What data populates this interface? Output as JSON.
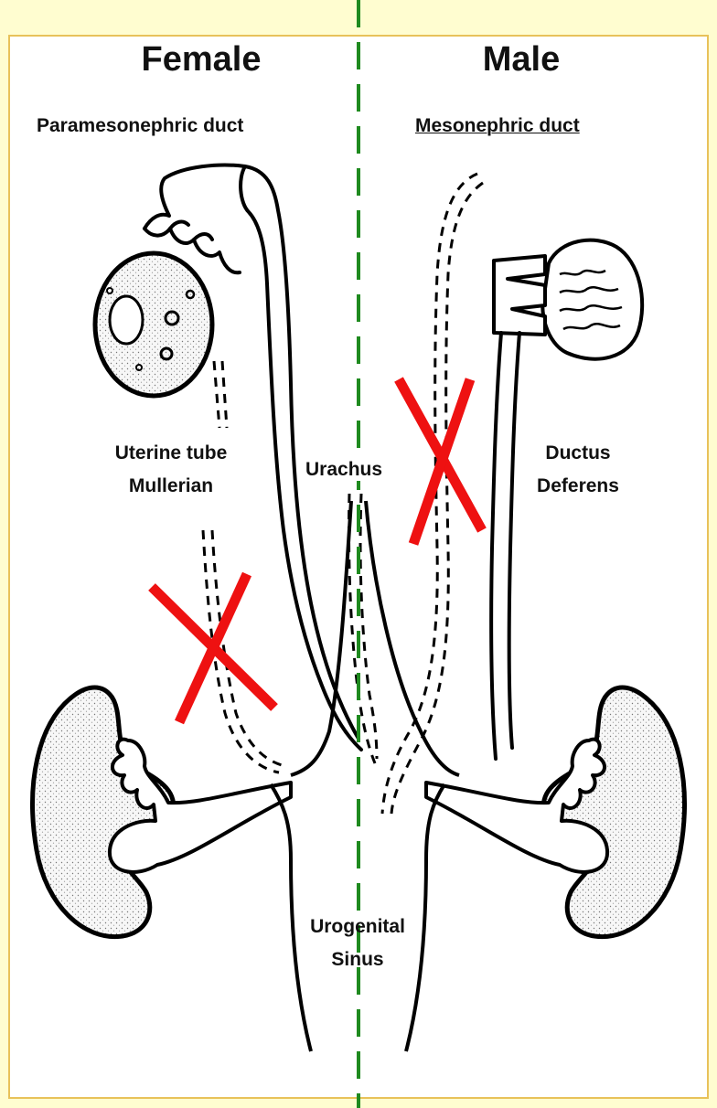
{
  "headers": {
    "female": "Female",
    "male": "Male",
    "female_duct": "Paramesonephric duct",
    "male_duct": "Mesonephric duct"
  },
  "labels": {
    "uterine_tube": "Uterine tube",
    "mullerian": "Mullerian",
    "urachus": "Urachus",
    "ductus": "Ductus",
    "deferens": "Deferens",
    "urogenital": "Urogenital",
    "sinus": "Sinus"
  },
  "colors": {
    "page_background": "#fffdd0",
    "panel_border": "#e8c25a",
    "divider": "#1f8a1f",
    "cross_mark": "#ee1111",
    "kidney_fill": "#ececec"
  }
}
